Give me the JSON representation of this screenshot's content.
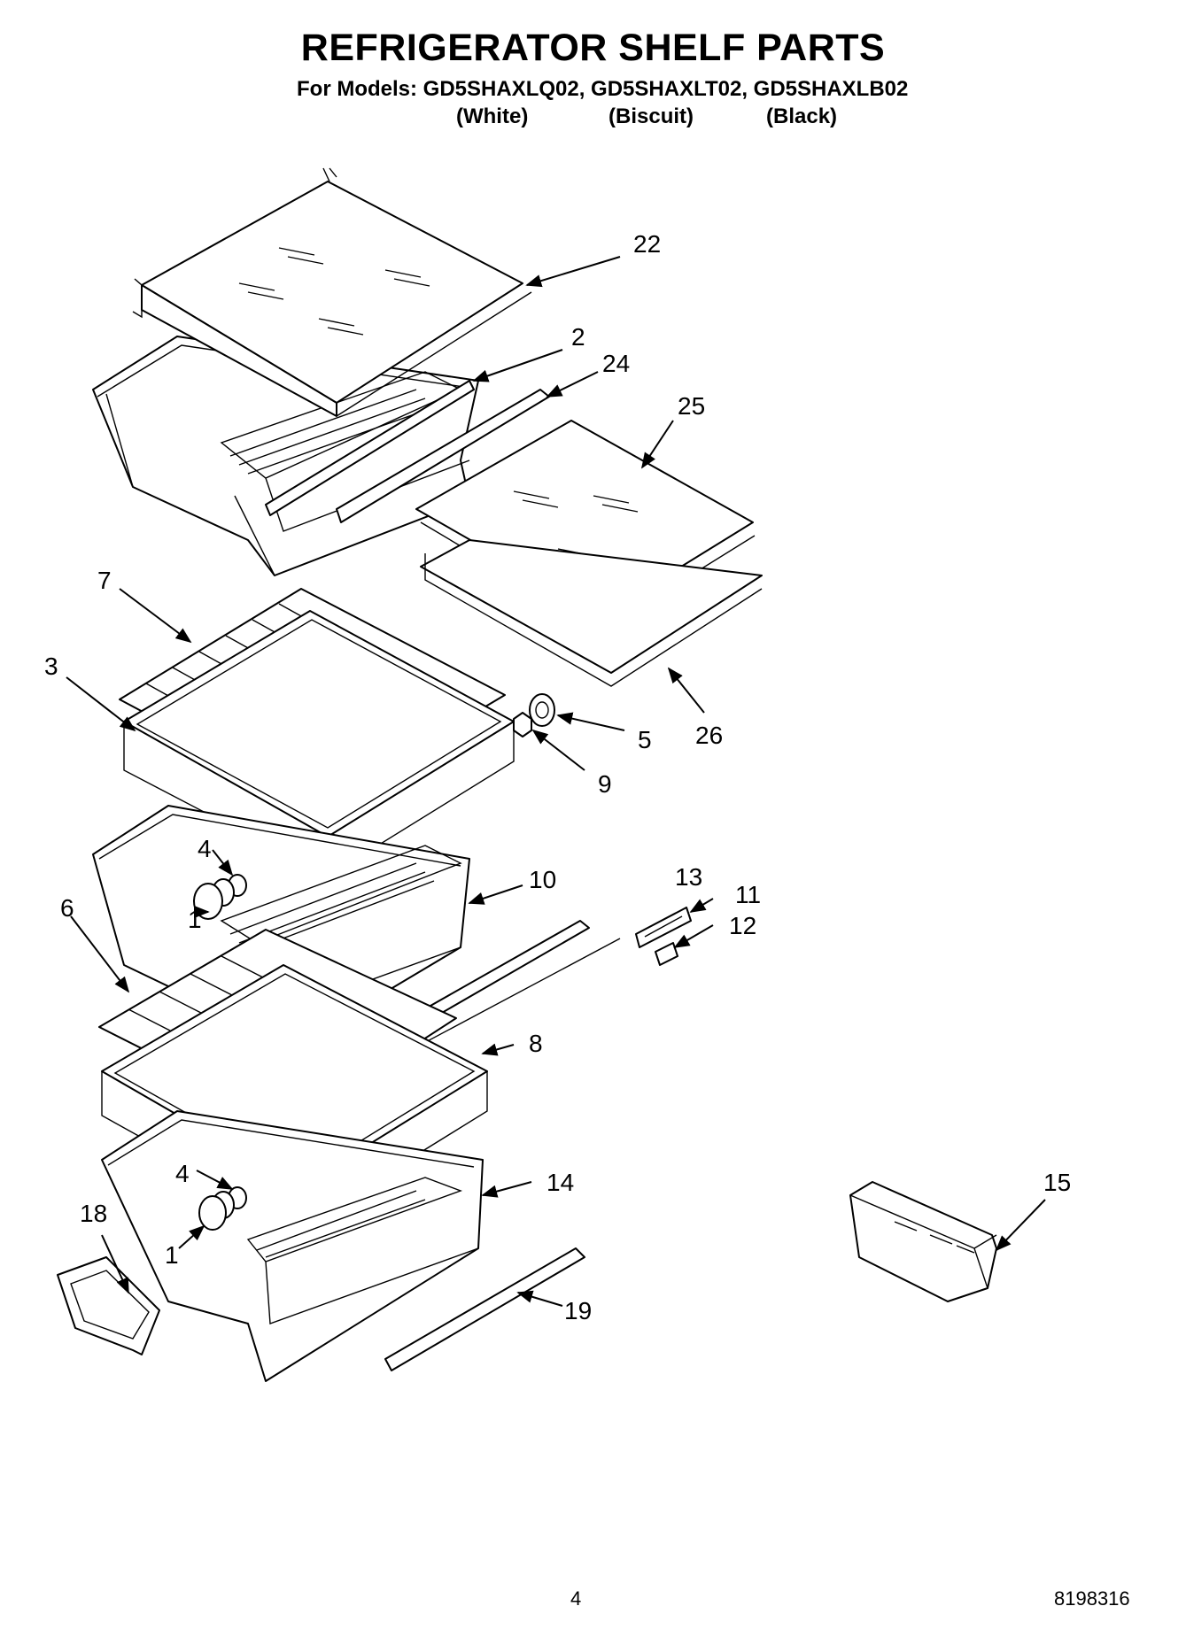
{
  "header": {
    "title": "REFRIGERATOR SHELF PARTS",
    "models_line": "For Models: GD5SHAXLQ02, GD5SHAXLT02, GD5SHAXLB02",
    "variants": [
      "(White)",
      "(Biscuit)",
      "(Black)"
    ]
  },
  "callouts": {
    "c22": "22",
    "c2": "2",
    "c24": "24",
    "c25": "25",
    "c7": "7",
    "c3": "3",
    "c5": "5",
    "c26": "26",
    "c9": "9",
    "c4a": "4",
    "c10": "10",
    "c13": "13",
    "c11": "11",
    "c1a": "1",
    "c12": "12",
    "c6": "6",
    "c8": "8",
    "c4b": "4",
    "c14": "14",
    "c15": "15",
    "c18": "18",
    "c1b": "1",
    "c19": "19"
  },
  "footer": {
    "page_number": "4",
    "document_number": "8198316"
  }
}
